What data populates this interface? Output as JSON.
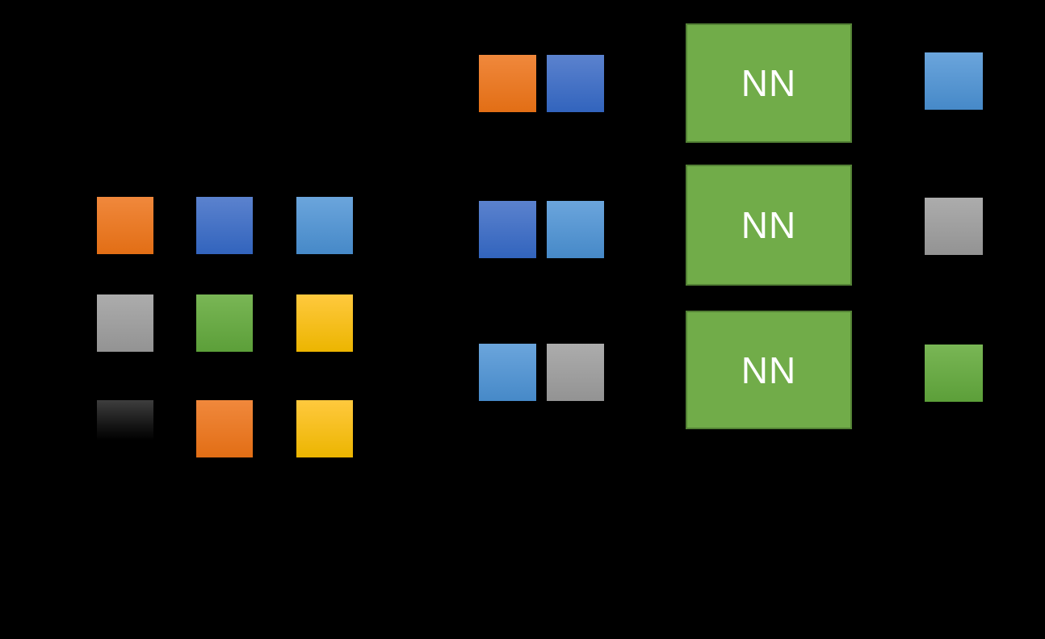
{
  "background": "#000000",
  "colors": {
    "orange": {
      "top": "#F0883C",
      "bottom": "#E26E15"
    },
    "blue": {
      "top": "#5B82CE",
      "bottom": "#3264BD"
    },
    "light-blue": {
      "top": "#6BA5DC",
      "bottom": "#4689C8"
    },
    "gray": {
      "top": "#ACACAC",
      "bottom": "#939393"
    },
    "green": {
      "top": "#79B655",
      "bottom": "#5C9F39"
    },
    "yellow": {
      "top": "#FFC93E",
      "bottom": "#ECB500"
    },
    "black": {
      "top": "#3E3E3E",
      "bottom": "#000000"
    },
    "nn-fill": "#71AC49",
    "nn-border": "#538135",
    "nn-text": "#FFFFFF"
  },
  "input_grid": {
    "rows": [
      [
        "orange",
        "blue",
        "light-blue"
      ],
      [
        "gray",
        "green",
        "yellow"
      ],
      [
        "black",
        "orange",
        "yellow"
      ]
    ]
  },
  "pair_rows": [
    [
      "orange",
      "blue"
    ],
    [
      "blue",
      "light-blue"
    ],
    [
      "light-blue",
      "gray"
    ]
  ],
  "nn_boxes": [
    {
      "label": "NN"
    },
    {
      "label": "NN"
    },
    {
      "label": "NN"
    }
  ],
  "output_column": [
    "light-blue",
    "gray",
    "green"
  ]
}
